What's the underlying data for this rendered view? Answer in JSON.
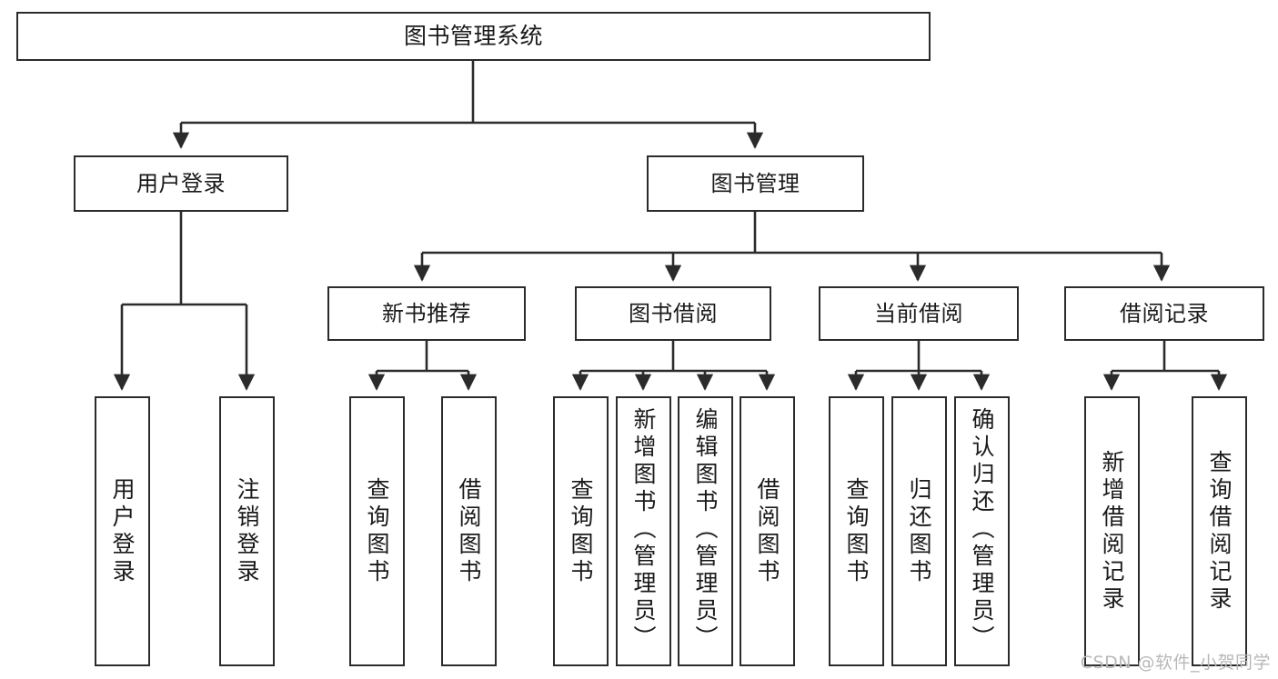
{
  "diagram": {
    "title": "图书管理系统",
    "type": "tree-hierarchy",
    "watermark": "CSDN @软件_小贺同学",
    "colors": {
      "box_border": "#2b2b2b",
      "box_fill": "#ffffff",
      "connector": "#2b2b2b",
      "text": "#1a1a1a",
      "watermark": "#b8b8b8"
    }
  },
  "nodes": {
    "root": {
      "label": "图书管理系统"
    },
    "level1": [
      {
        "label": "用户登录"
      },
      {
        "label": "图书管理"
      }
    ],
    "level2": [
      {
        "label": "新书推荐"
      },
      {
        "label": "图书借阅"
      },
      {
        "label": "当前借阅"
      },
      {
        "label": "借阅记录"
      }
    ],
    "leaves": {
      "user_login": [
        {
          "label": "用户登录"
        },
        {
          "label": "注销登录"
        }
      ],
      "new_book_recommend": [
        {
          "label": "查询图书"
        },
        {
          "label": "借阅图书"
        }
      ],
      "book_borrow": [
        {
          "label": "查询图书"
        },
        {
          "label": "新增图书（管理员）"
        },
        {
          "label": "编辑图书（管理员）"
        },
        {
          "label": "借阅图书"
        }
      ],
      "current_borrow": [
        {
          "label": "查询图书"
        },
        {
          "label": "归还图书"
        },
        {
          "label": "确认归还（管理员）"
        }
      ],
      "borrow_record": [
        {
          "label": "新增借阅记录"
        },
        {
          "label": "查询借阅记录"
        }
      ]
    }
  }
}
